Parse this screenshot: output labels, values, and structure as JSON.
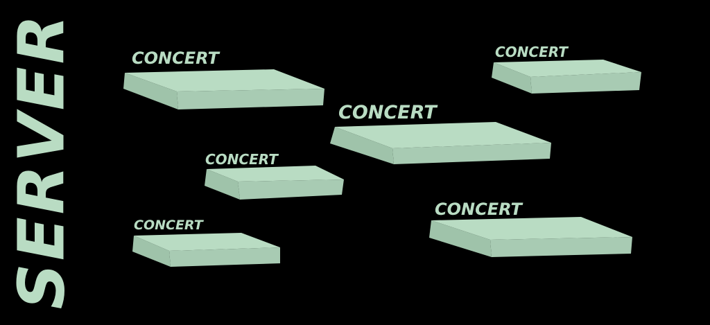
{
  "side_title": "SERVER",
  "colors": {
    "background": "#000000",
    "accent": "#b9dcc3",
    "slab_top": "#b9dcc3",
    "slab_side": "#a8cbb3",
    "slab_edge": "#9fc3aa"
  },
  "slabs": [
    {
      "label": "CONCERT"
    },
    {
      "label": "CONCERT"
    },
    {
      "label": "CONCERT"
    },
    {
      "label": "CONCERT"
    },
    {
      "label": "CONCERT"
    },
    {
      "label": "CONCERT"
    }
  ]
}
